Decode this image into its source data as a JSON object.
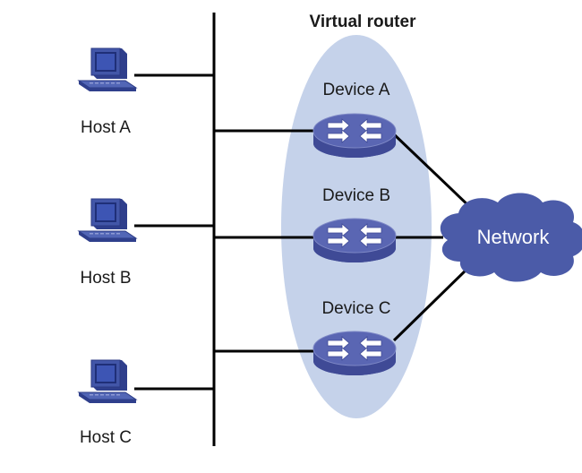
{
  "title": "Virtual router",
  "hosts": [
    {
      "label": "Host A"
    },
    {
      "label": "Host B"
    },
    {
      "label": "Host C"
    }
  ],
  "devices": [
    {
      "label": "Device A"
    },
    {
      "label": "Device B"
    },
    {
      "label": "Device C"
    }
  ],
  "network": {
    "label": "Network"
  },
  "colors": {
    "ellipse": "#c5d2ea",
    "router_top": "#5a66b3",
    "router_side": "#3f4a96",
    "cloud": "#4b5ba8",
    "pc": "#3e50a0"
  },
  "icons": [
    "computer-icon",
    "router-icon",
    "cloud-icon"
  ]
}
